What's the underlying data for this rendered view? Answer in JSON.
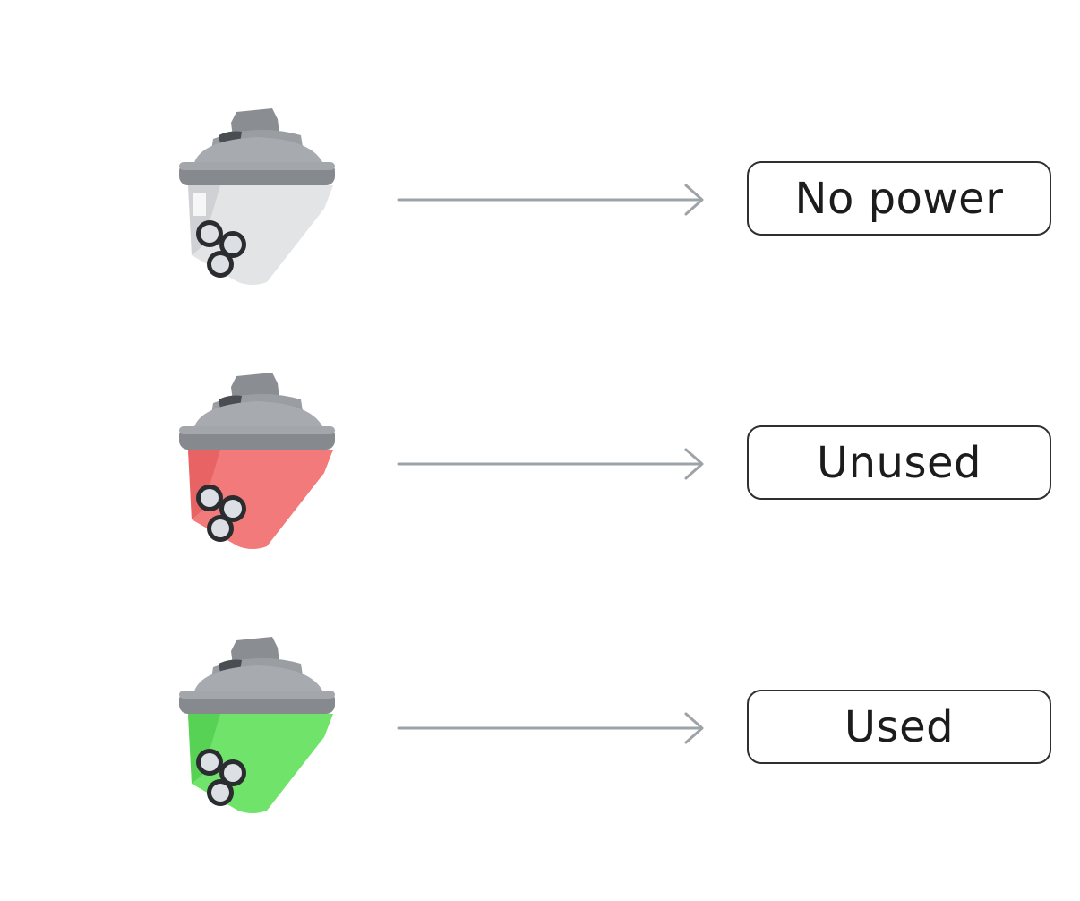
{
  "title": "Sensor light status",
  "colors": {
    "arrow": "#9ea3a8",
    "housing": "#8c8f93",
    "housing_light": "#b8bbbf",
    "border": "#2f2f2f",
    "text": "#1c1c1c"
  },
  "states": [
    {
      "label": "No power",
      "light_color": "#e2e4e6",
      "icon": "parking-sensor-off-icon"
    },
    {
      "label": "Unused",
      "light_color": "#f27a7a",
      "icon": "parking-sensor-red-icon"
    },
    {
      "label": "Used",
      "light_color": "#6fe36a",
      "icon": "parking-sensor-green-icon"
    }
  ]
}
